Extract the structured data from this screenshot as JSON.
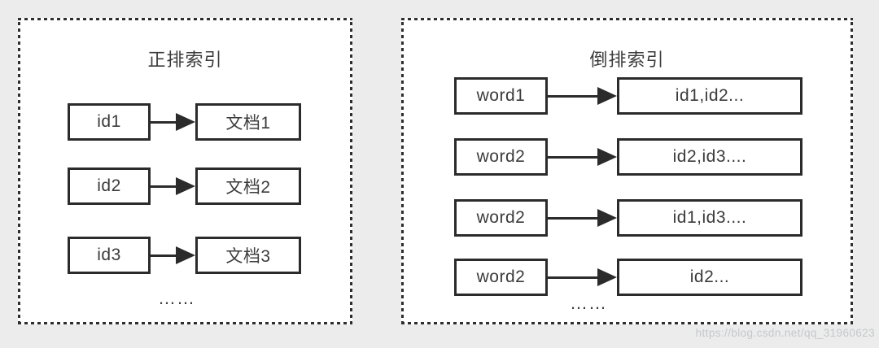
{
  "colors": {
    "background": "#ececec",
    "panel_background": "#ffffff",
    "line_and_border": "#2b2b2b",
    "text": "#3b3b3b",
    "watermark_text": "#c4c8cb"
  },
  "left_panel": {
    "title": "正排索引",
    "rows": [
      {
        "key": "id1",
        "value": "文档1"
      },
      {
        "key": "id2",
        "value": "文档2"
      },
      {
        "key": "id3",
        "value": "文档3"
      }
    ],
    "ellipsis": "……"
  },
  "right_panel": {
    "title": "倒排索引",
    "rows": [
      {
        "key": "word1",
        "value": "id1,id2..."
      },
      {
        "key": "word2",
        "value": "id2,id3...."
      },
      {
        "key": "word2",
        "value": "id1,id3...."
      },
      {
        "key": "word2",
        "value": "id2..."
      }
    ],
    "ellipsis": "……"
  },
  "watermark": {
    "text": "https://blog.csdn.net/qq_31960623"
  }
}
